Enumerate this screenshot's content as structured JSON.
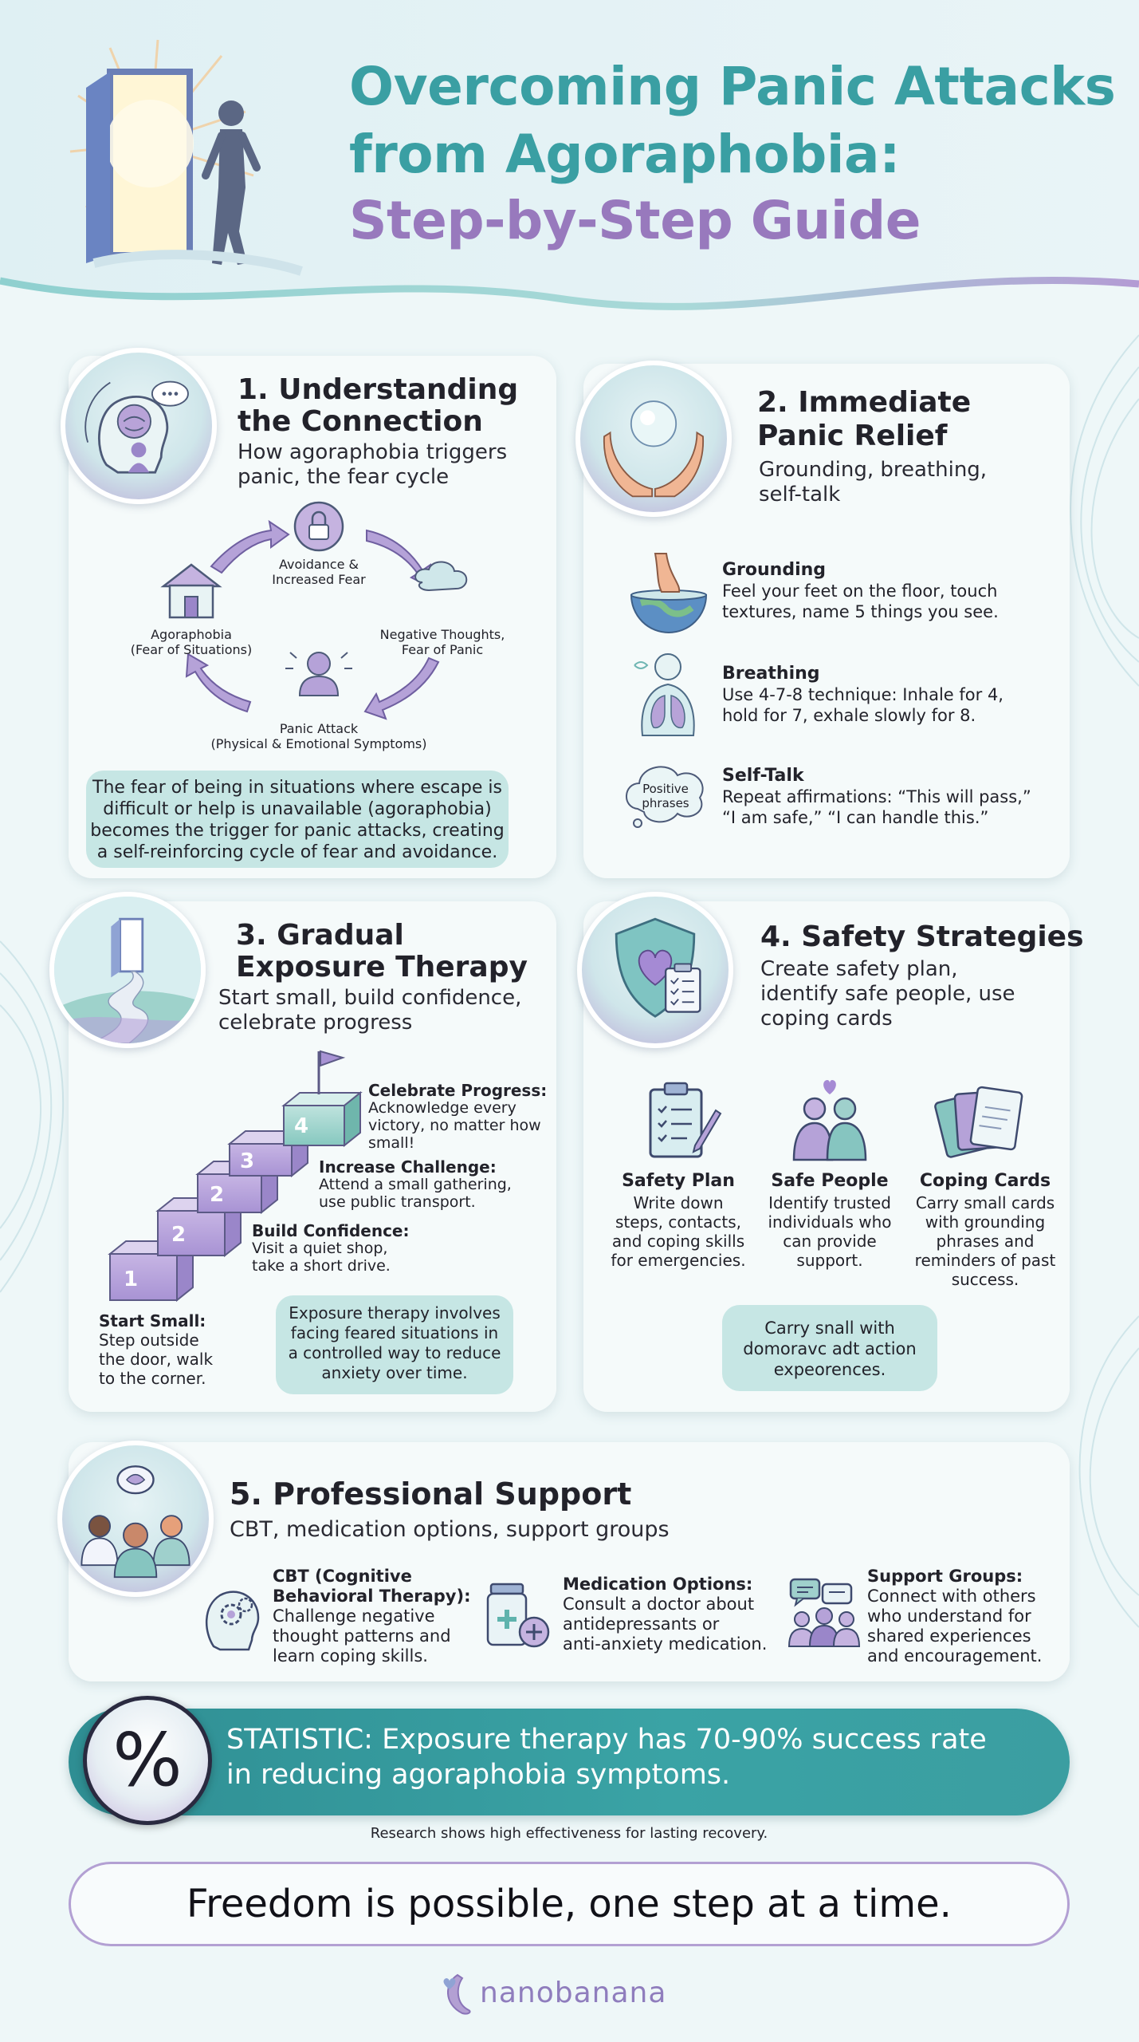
{
  "header": {
    "title_line1": "Overcoming Panic Attacks",
    "title_line2": "from Agoraphobia:",
    "title_line3": "Step-by-Step Guide"
  },
  "section1": {
    "title_line1": "1. Understanding",
    "title_line2": "the Connection",
    "subtitle_line1": "How agoraphobia triggers",
    "subtitle_line2": "panic, the fear cycle",
    "cycle": {
      "avoidance_line1": "Avoidance &",
      "avoidance_line2": "Increased Fear",
      "negative_line1": "Negative Thoughts,",
      "negative_line2": "Fear of Panic",
      "panic_line1": "Panic Attack",
      "panic_line2": "(Physical & Emotional Symptoms)",
      "agora_line1": "Agoraphobia",
      "agora_line2": "(Fear of Situations)"
    },
    "note_lines": [
      "The fear of being in situations where escape is",
      "difficult or help is unavailable (agoraphobia)",
      "becomes the trigger for panic attacks, creating",
      "a self-reinforcing cycle of fear and avoidance."
    ]
  },
  "section2": {
    "title_line1": "2. Immediate",
    "title_line2": "Panic Relief",
    "subtitle_line1": "Grounding, breathing,",
    "subtitle_line2": "self-talk",
    "items": [
      {
        "title": "Grounding",
        "line1": "Feel your feet on the floor, touch",
        "line2": "textures, name 5 things you see."
      },
      {
        "title": "Breathing",
        "line1": "Use 4-7-8 technique: Inhale for 4,",
        "line2": "hold for 7, exhale slowly for 8."
      },
      {
        "title": "Self-Talk",
        "line1": "Repeat affirmations: “This will pass,”",
        "line2": "“I am safe,” “I can handle this.”"
      }
    ],
    "bubble_line1": "Positive",
    "bubble_line2": "phrases"
  },
  "section3": {
    "title_line1": "3. Gradual",
    "title_line2": "Exposure Therapy",
    "subtitle_line1": "Start small, build confidence,",
    "subtitle_line2": "celebrate progress",
    "step_numbers": [
      "1",
      "2",
      "2",
      "3",
      "4"
    ],
    "celebrate": {
      "title": "Celebrate Progress:",
      "line1": "Acknowledge every",
      "line2": "victory, no matter how",
      "line3": "small!"
    },
    "increase": {
      "title": "Increase Challenge:",
      "line1": "Attend a small gathering,",
      "line2": "use public transport."
    },
    "build": {
      "title": "Build Confidence:",
      "line1": "Visit a quiet shop,",
      "line2": "take a short drive."
    },
    "start": {
      "title": "Start Small:",
      "line1": "Step outside",
      "line2": "the door, walk",
      "line3": "to the corner."
    },
    "note_lines": [
      "Exposure therapy involves",
      "facing feared situations in",
      "a controlled way to reduce",
      "anxiety over time."
    ]
  },
  "section4": {
    "title": "4. Safety Strategies",
    "subtitle_line1": "Create safety plan,",
    "subtitle_line2": "identify safe people, use",
    "subtitle_line3": "coping cards",
    "items": [
      {
        "title": "Safety Plan",
        "lines": [
          "Write down",
          "steps, contacts,",
          "and coping skills",
          "for emergencies."
        ]
      },
      {
        "title": "Safe People",
        "lines": [
          "Identify trusted",
          "individuals who",
          "can provide",
          "support."
        ]
      },
      {
        "title": "Coping Cards",
        "lines": [
          "Carry small cards",
          "with grounding",
          "phrases and",
          "reminders of past",
          "success."
        ]
      }
    ],
    "note_lines": [
      "Carry snall with",
      "domoravc adt action",
      "expeorences."
    ]
  },
  "section5": {
    "title": "5. Professional Support",
    "subtitle": "CBT, medication options, support groups",
    "cbt": {
      "lines": [
        "CBT (Cognitive",
        "Behavioral Therapy):"
      ],
      "body": [
        "Challenge negative",
        "thought patterns and",
        "learn coping skills."
      ]
    },
    "medication": {
      "title": "Medication Options:",
      "body": [
        "Consult a doctor about",
        "antidepressants or",
        "anti-anxiety medication."
      ]
    },
    "groups": {
      "title": "Support Groups:",
      "body": [
        "Connect with others",
        "who understand for",
        "shared experiences",
        "and encouragement."
      ]
    }
  },
  "statistic": {
    "symbol": "%",
    "line1": "STATISTIC: Exposure therapy has 70-90% success rate",
    "line2": "in reducing agoraphobia symptoms.",
    "caption": "Research shows high effectiveness for lasting recovery."
  },
  "footer": {
    "tagline": "Freedom is possible, one step at a time.",
    "brand": "nanobanana"
  },
  "colors": {
    "teal": "#3a9fa3",
    "purple": "#9879bd",
    "note_bg": "#c6e6e4",
    "stat_bar": "#3aa3a5"
  }
}
